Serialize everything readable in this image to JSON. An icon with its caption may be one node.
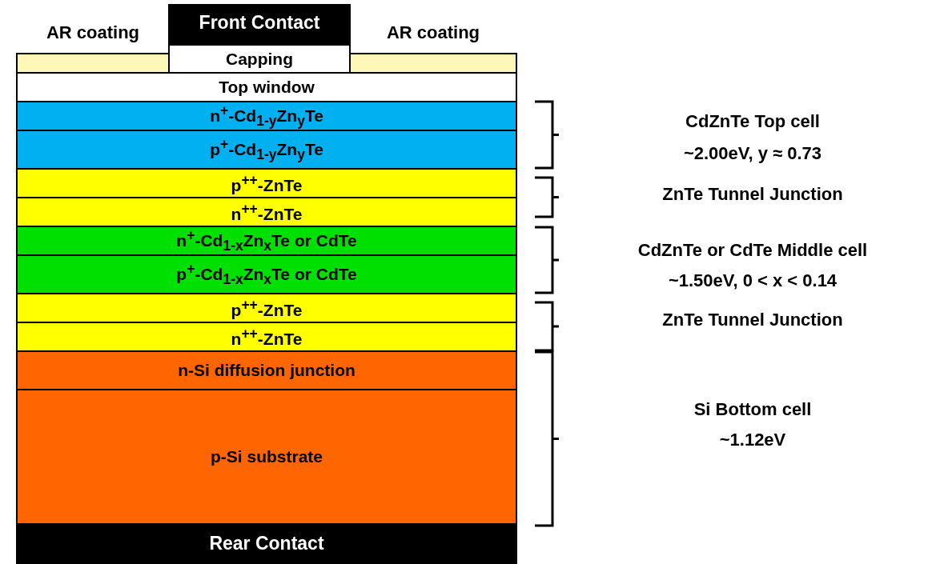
{
  "diagram": {
    "nodes": [
      {
        "text": [
          "Front  Contact"
        ]
      },
      {
        "text": [
          "AR coating"
        ]
      },
      {
        "text": [
          "Capping"
        ]
      },
      {
        "text": [
          "AR coating"
        ]
      },
      {
        "text": [
          "Top window"
        ]
      },
      {
        "text": [
          "n$^{+}$-Cd$_{1-y}$Zn$_{y}$Te"
        ]
      },
      {
        "text": [
          "p$^{+}$-Cd$_{1-y}$Zn$_{y}$Te"
        ]
      },
      {
        "text": [
          "p$^{++}$-ZnTe"
        ]
      },
      {
        "text": [
          "n$^{++}$-ZnTe"
        ]
      },
      {
        "text": [
          "n$^{+}$-Cd$_{1-x}$Zn$_{x}$Te or CdTe"
        ]
      },
      {
        "text": [
          "p$^{+}$-Cd$_{1-x}$Zn$_{x}$Te or CdTe"
        ]
      },
      {
        "text": [
          "p$^{++}$-ZnTe"
        ]
      },
      {
        "text": [
          "n$^{++}$-ZnTe"
        ]
      },
      {
        "text": [
          "n-Si diffusion junction"
        ]
      },
      {
        "text": [
          "p-Si substrate"
        ]
      },
      {
        "text": [
          "Rear Contact"
        ]
      }
    ],
    "edges": [],
    "labels": [
      "CdZnTe Top cell",
      "~2.00eV,  y ≈ 0.73",
      "ZnTe Tunnel  Junction",
      "CdZnTe or CdTe Middle cell",
      "~1.50eV, 0 < x < 0.14",
      "ZnTe Tunnel  Junction",
      "Si Bottom cell",
      "~1.12eV"
    ]
  }
}
